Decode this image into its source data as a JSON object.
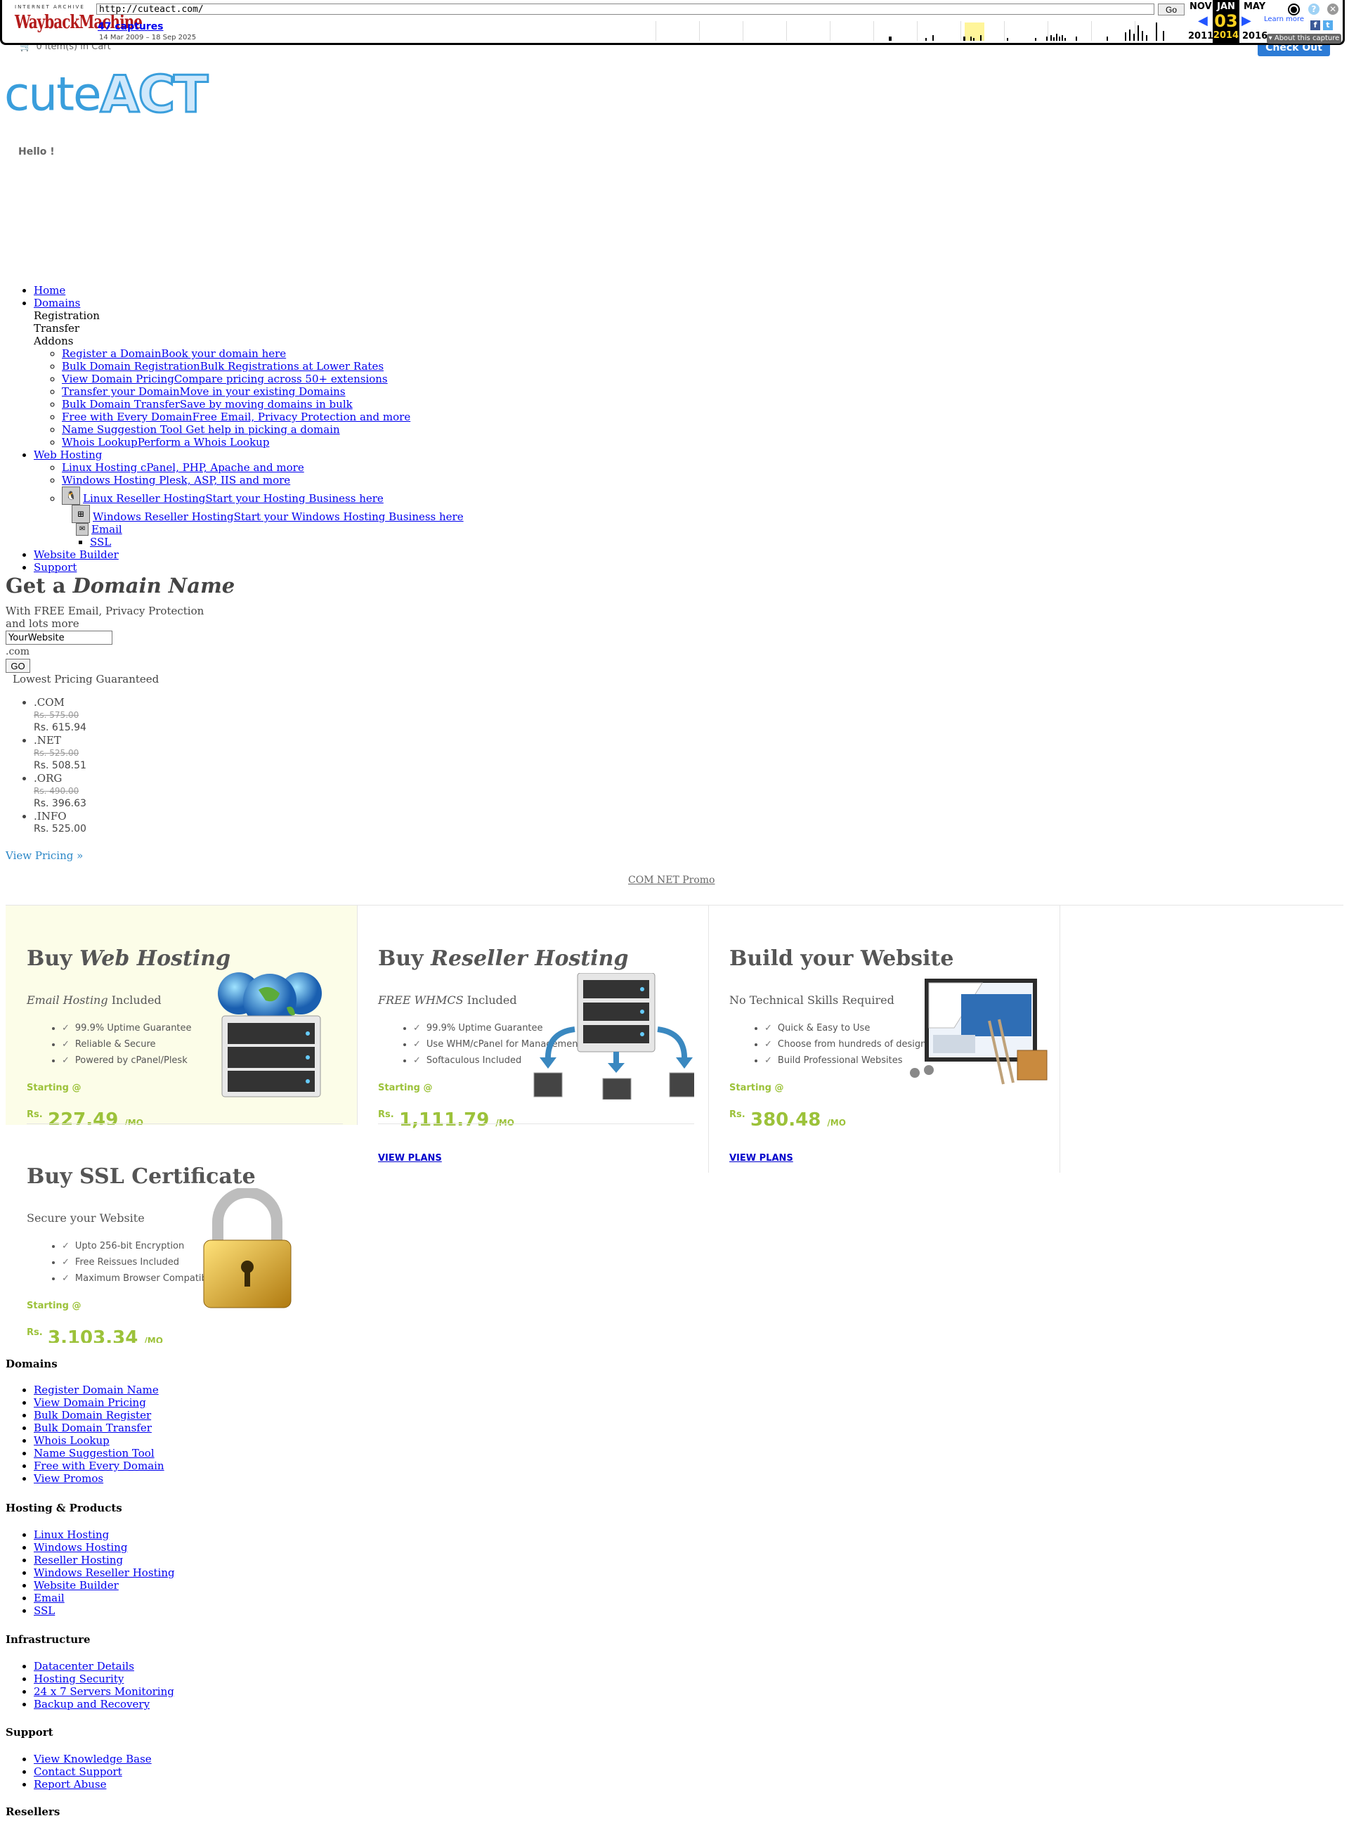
{
  "wayback": {
    "logo_top": "INTERNET ARCHIVE",
    "logo_main": "WaybackMachine",
    "url": "http://cuteact.com/",
    "go": "Go",
    "captures": "47 captures",
    "range": "14 Mar 2009 – 18 Sep 2025",
    "prev_month": "NOV",
    "cur_month": "JAN",
    "next_month": "MAY",
    "cur_day": "03",
    "prev_year": "2011",
    "cur_year": "2014",
    "next_year": "2016",
    "about": "▾ About this capture",
    "learn": "Learn more"
  },
  "header": {
    "cart": "0 item(s) in Cart",
    "checkout": "Check Out",
    "logo_a": "cute",
    "logo_b": "ACT",
    "hello": "Hello !"
  },
  "nav": {
    "home": "Home",
    "domains": "Domains",
    "registration": "Registration",
    "transfer": "Transfer",
    "addons": "Addons",
    "domain_links": [
      "Register a DomainBook your domain here",
      "Bulk Domain RegistrationBulk Registrations at Lower Rates",
      "View Domain PricingCompare pricing across 50+ extensions",
      "Transfer your DomainMove in your existing Domains",
      "Bulk Domain TransferSave by moving domains in bulk",
      "Free with Every DomainFree Email, Privacy Protection and more",
      "Name Suggestion Tool Get help in picking a domain",
      "Whois LookupPerform a Whois Lookup"
    ],
    "web_hosting": "Web Hosting",
    "linux": "Linux Hosting cPanel, PHP, Apache and more",
    "windows": "Windows Hosting Plesk, ASP, IIS and more",
    "linux_reseller": "Linux Reseller HostingStart your Hosting Business here",
    "windows_reseller": "Windows Reseller HostingStart your Windows Hosting Business here",
    "email": "Email",
    "ssl": "SSL",
    "website_builder": "Website Builder",
    "support": "Support"
  },
  "domain_search": {
    "title_a": "Get a ",
    "title_b": "Domain Name",
    "subtitle": "With FREE Email, Privacy Protection and lots more",
    "input_value": "YourWebsite",
    "tld": ".com",
    "go": "GO",
    "lowest": "Lowest Pricing Guaranteed",
    "prices": [
      {
        "tld": ".COM",
        "old": "Rs. 575.00",
        "new": "Rs. 615.94"
      },
      {
        "tld": ".NET",
        "old": "Rs. 525.00",
        "new": "Rs. 508.51"
      },
      {
        "tld": ".ORG",
        "old": "Rs. 490.00",
        "new": "Rs. 396.63"
      },
      {
        "tld": ".INFO",
        "old": "",
        "new": "Rs. 525.00"
      }
    ],
    "view_pricing": "View Pricing »",
    "promo": "COM NET Promo"
  },
  "products": {
    "web": {
      "t1": "Buy ",
      "t2": "Web Hosting",
      "s1": "Email Hosting",
      "s2": " Included",
      "features": [
        "99.9% Uptime Guarantee",
        "Reliable & Secure",
        "Powered by cPanel/Plesk"
      ],
      "start": "Starting @",
      "rs": "Rs.",
      "price": "227.49",
      "mo": "/MO"
    },
    "reseller": {
      "t1": "Buy ",
      "t2": "Reseller Hosting",
      "s1": "FREE WHMCS",
      "s2": " Included",
      "features": [
        "99.9% Uptime Guarantee",
        "Use WHM/cPanel for Management",
        "Softaculous Included"
      ],
      "start": "Starting @",
      "rs": "Rs.",
      "price": "1,111.79",
      "mo": "/MO",
      "view": "VIEW PLANS"
    },
    "builder": {
      "t1": "Build your Website",
      "s1": "No Technical Skills Required",
      "features": [
        "Quick & Easy to Use",
        "Choose from hundreds of designs",
        "Build Professional Websites"
      ],
      "start": "Starting @",
      "rs": "Rs.",
      "price": "380.48",
      "mo": "/MO",
      "view": "VIEW PLANS"
    },
    "ssl": {
      "t1": "Buy SSL Certificate",
      "s1": "Secure your Website",
      "features": [
        "Upto 256-bit Encryption",
        "Free Reissues Included",
        "Maximum Browser Compatibility"
      ],
      "start": "Starting @",
      "rs": "Rs.",
      "price": "3,103.34",
      "mo": "/MO"
    }
  },
  "footer": {
    "domains_h": "Domains",
    "domains": [
      "Register Domain Name",
      "View Domain Pricing",
      "Bulk Domain Register",
      "Bulk Domain Transfer",
      "Whois Lookup",
      "Name Suggestion Tool",
      "Free with Every Domain",
      "View Promos"
    ],
    "hosting_h": "Hosting & Products",
    "hosting": [
      "Linux Hosting",
      "Windows Hosting",
      "Reseller Hosting",
      "Windows Reseller Hosting",
      "Website Builder",
      "Email",
      "SSL"
    ],
    "infra_h": "Infrastructure",
    "infra": [
      "Datacenter Details",
      "Hosting Security",
      "24 x 7 Servers Monitoring",
      "Backup and Recovery"
    ],
    "support_h": "Support",
    "support": [
      "View Knowledge Base",
      "Contact Support",
      "Report Abuse"
    ],
    "resellers_h": "Resellers"
  }
}
